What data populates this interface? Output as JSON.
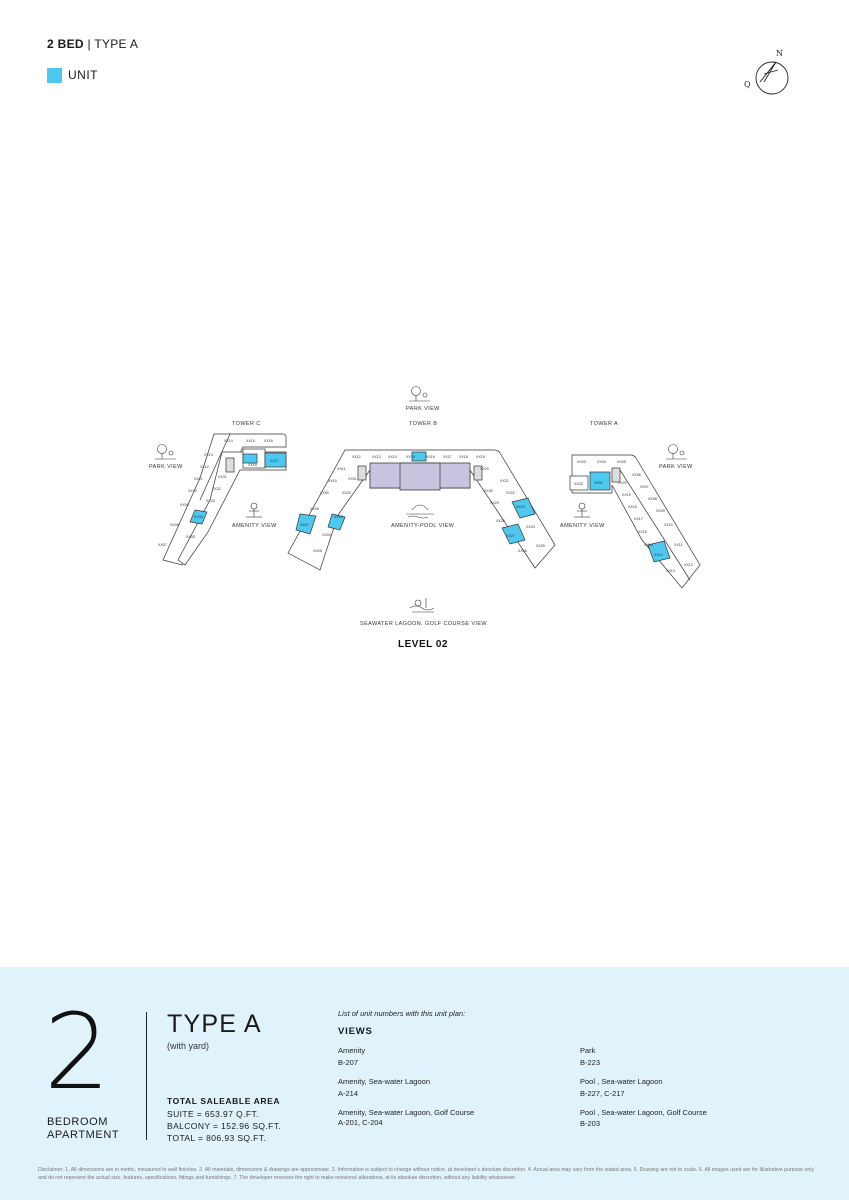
{
  "header": {
    "title_bold": "2 BED",
    "title_rest": "| TYPE A"
  },
  "legend": {
    "label": "UNIT",
    "color": "#4fc8ef"
  },
  "compass": {
    "n": "N",
    "q": "Q"
  },
  "plan": {
    "towers": {
      "c": "TOWER C",
      "b": "TOWER B",
      "a": "TOWER A"
    },
    "views": {
      "park_top": "PARK VIEW",
      "park_left": "PARK VIEW",
      "park_right": "PARK VIEW",
      "amenity_left": "AMENITY VIEW",
      "amenity_pool": "AMENITY-POOL VIEW",
      "amenity_right": "AMENITY VIEW",
      "lagoon": "SEAWATER LAGOON, GOLF COURSE VIEW"
    },
    "level": "LEVEL 02",
    "units": {
      "c_top": [
        "XX14",
        "XX15",
        "XX16"
      ],
      "c_inner": [
        "XX18",
        "XX17"
      ],
      "c_wing": [
        "XX13",
        "XX12",
        "XX11",
        "XX10",
        "XX09",
        "XX08",
        "XX07"
      ],
      "c_wing_inner": [
        "XX31",
        "XX32",
        "XX33",
        "XX34",
        "XX35"
      ],
      "b_top": [
        "XX12",
        "XX13",
        "XX14",
        "XX15",
        "XX16",
        "XX17",
        "XX18",
        "XX19"
      ],
      "b_left": [
        "XX11",
        "XX10",
        "XX09",
        "XX08",
        "XX07"
      ],
      "b_left_inner": [
        "XX01",
        "XX02",
        "XX03",
        "XX04",
        "XX05"
      ],
      "b_right": [
        "XX20",
        "XX21",
        "XX22",
        "XX23",
        "XX24"
      ],
      "b_right_inner": [
        "XX30",
        "XX29",
        "XX28",
        "XX27",
        "XX26",
        "XX25"
      ],
      "a_top": [
        "XX03",
        "XX04",
        "XX05"
      ],
      "a_inner": [
        "XX02",
        "XX01"
      ],
      "a_wing": [
        "XX06",
        "XX07",
        "XX08",
        "XX09",
        "XX10",
        "XX11",
        "XX12"
      ],
      "a_wing_inner": [
        "XX20",
        "XX19",
        "XX18",
        "XX17",
        "XX16",
        "XX15",
        "XX14",
        "XX13"
      ]
    }
  },
  "summary": {
    "number": "2",
    "bedroom_line1": "BEDROOM",
    "bedroom_line2": "APARTMENT",
    "type_title": "TYPE A",
    "type_sub": "(with yard)",
    "area_title": "TOTAL SALEABLE AREA",
    "suite": "SUITE = 653.97 Q.FT.",
    "balcony": "BALCONY = 152.96 SQ.FT.",
    "total": "TOTAL = 806.93 SQ.FT.",
    "list_intro": "List of unit numbers with this unit plan:",
    "views_header": "VIEWS",
    "views": [
      {
        "name": "Amenity",
        "units": "B-207"
      },
      {
        "name": "Amenity, Sea-water Lagoon",
        "units": "A-214"
      },
      {
        "name": "Amenity, Sea-water Lagoon, Golf Course",
        "units": "A-201, C-204"
      },
      {
        "name": "Park",
        "units": "B-223"
      },
      {
        "name": "Pool , Sea-water Lagoon",
        "units": "B-227, C-217"
      },
      {
        "name": "Pool , Sea-water Lagoon, Golf Course",
        "units": "B-203"
      }
    ]
  },
  "disclaimer": "Disclaimer: 1. All dimensions are in metric, measured to wall finishes. 2. All materials, dimensions & drawings are approximate. 3. Information is subject to change without notice, at developer's absolute discretion. 4. Actual area may vary from the stated area. 5. Drawing are not to scale. 6. All images used are for illustrative purpose only and do not represent the actual size, features, specifications, fittings and furnishings. 7. The developer reserves the right to make revisions/ alterations, at its absolute discretion, without any liability whatsoever."
}
